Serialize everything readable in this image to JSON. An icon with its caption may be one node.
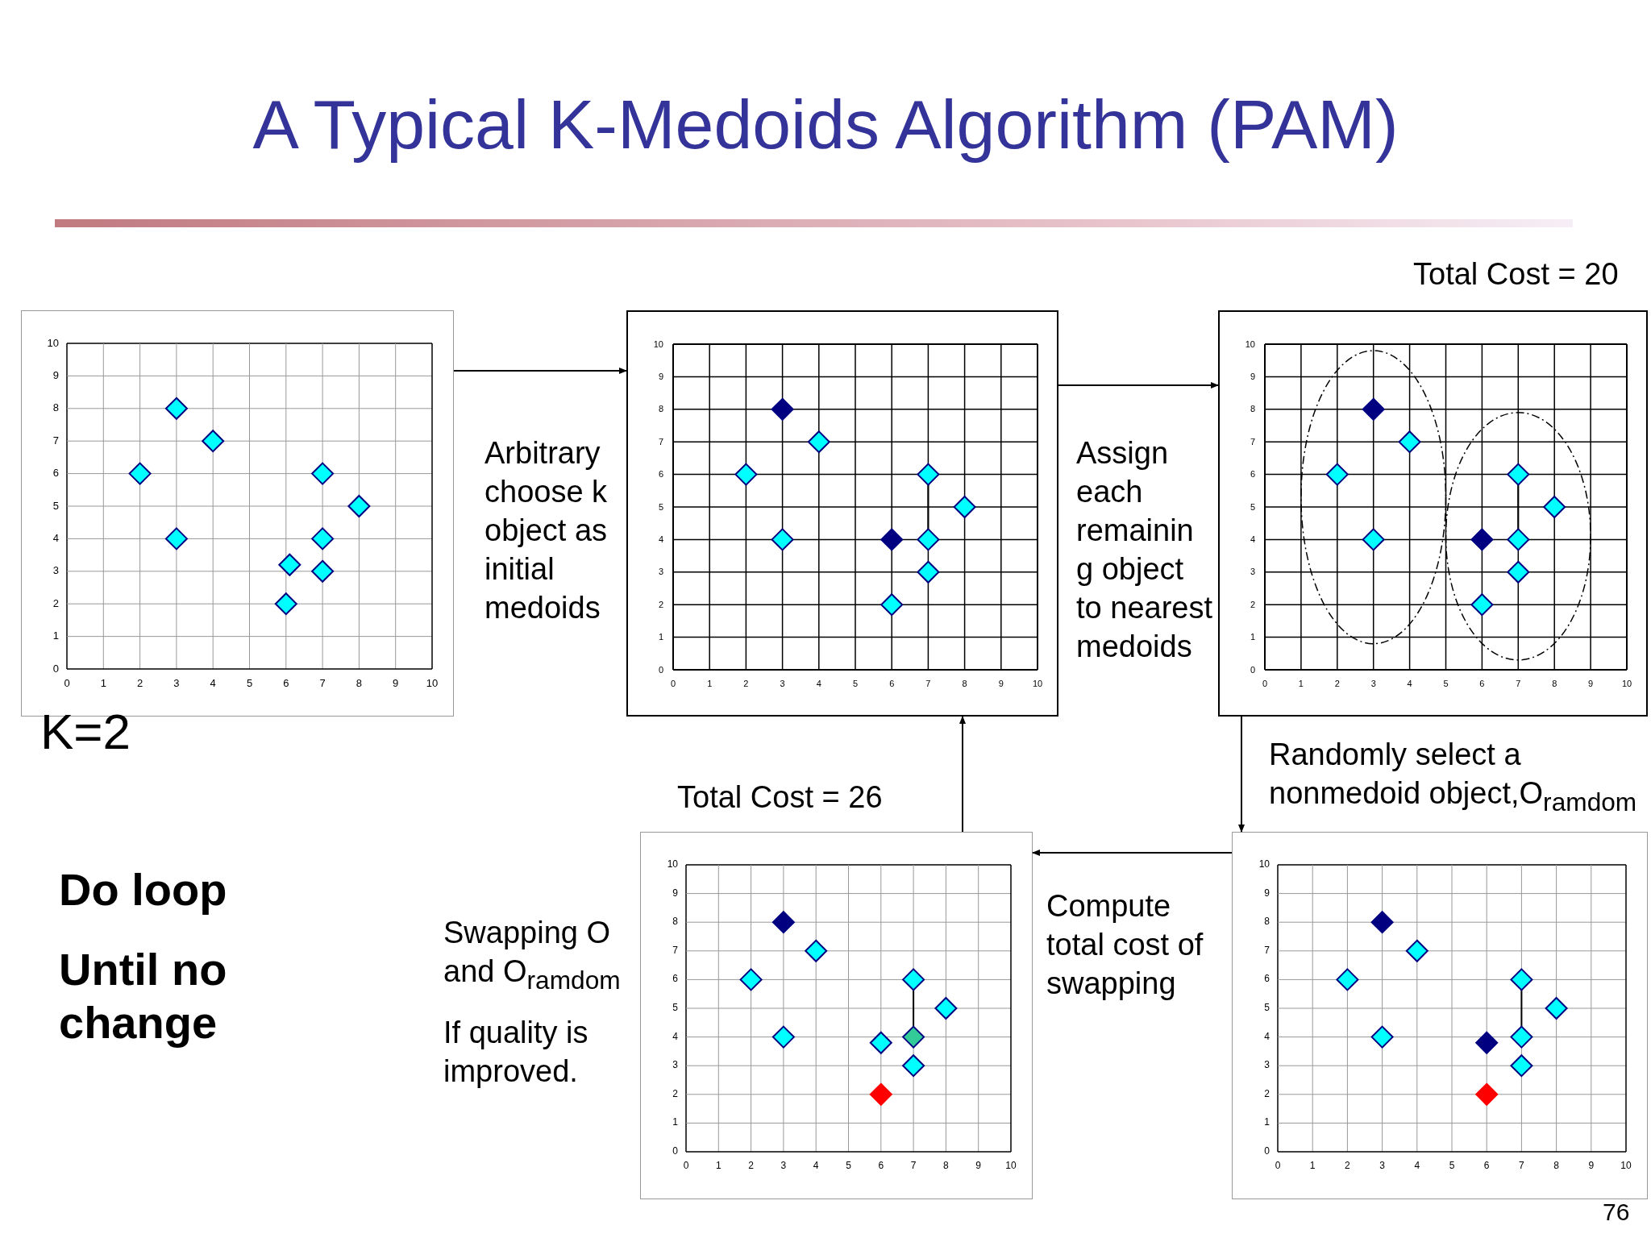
{
  "diagram": {
    "title": "A Typical K-Medoids Algorithm (PAM)",
    "nodes": [
      {
        "text": [],
        "shape": "chart"
      },
      {
        "text": [],
        "shape": "chart"
      },
      {
        "text": [],
        "shape": "chart",
        "beside": [
          "Total Cost = 20"
        ]
      },
      {
        "text": [],
        "shape": "chart"
      },
      {
        "text": [],
        "shape": "chart",
        "beside": [
          "Total Cost = 26"
        ]
      }
    ],
    "edges": [
      {
        "from": 0,
        "to": 1,
        "arrow": "to",
        "label": "Arbitrary choose k object as initial medoids"
      },
      {
        "from": 1,
        "to": 2,
        "arrow": "to",
        "label": "Assign each remainin g object to nearest medoids"
      },
      {
        "from": 2,
        "to": 3,
        "arrow": "to",
        "label": "Randomly select a nonmedoid object,O$_{ramdom}$"
      },
      {
        "from": 3,
        "to": 4,
        "arrow": "to",
        "label": "Compute total cost of swapping"
      },
      {
        "from": 4,
        "to": 1,
        "arrow": "to"
      }
    ],
    "labels": [
      "K=2",
      "Do loop",
      "Until no change",
      "Swapping O and O$_{ramdom}$",
      "If quality is improved.",
      "76",
      "10",
      "9",
      "8",
      "7",
      "6",
      "5",
      "4",
      "3",
      "2",
      "1",
      "0",
      "0",
      "1",
      "2",
      "3",
      "4",
      "5",
      "6",
      "7",
      "8",
      "9",
      "10",
      "10",
      "9",
      "8",
      "7",
      "6",
      "5",
      "4",
      "3",
      "2",
      "1",
      "0",
      "0",
      "1",
      "2",
      "3",
      "4",
      "5",
      "6",
      "7",
      "8",
      "9",
      "10",
      "10",
      "9",
      "8",
      "7",
      "6",
      "5",
      "4",
      "3",
      "2",
      "1",
      "0",
      "0",
      "1",
      "2",
      "3",
      "4",
      "5",
      "6",
      "7",
      "8",
      "9",
      "10",
      "10",
      "9",
      "8",
      "7",
      "6",
      "5",
      "4",
      "3",
      "2",
      "1",
      "0",
      "0",
      "1",
      "2",
      "3",
      "4",
      "5",
      "6",
      "7",
      "8",
      "9",
      "10",
      "10",
      "9",
      "8",
      "7",
      "6",
      "5",
      "4",
      "3",
      "2",
      "1",
      "0",
      "0",
      "1",
      "2",
      "3",
      "4",
      "5",
      "6",
      "7",
      "8",
      "9",
      "10"
    ]
  }
}
